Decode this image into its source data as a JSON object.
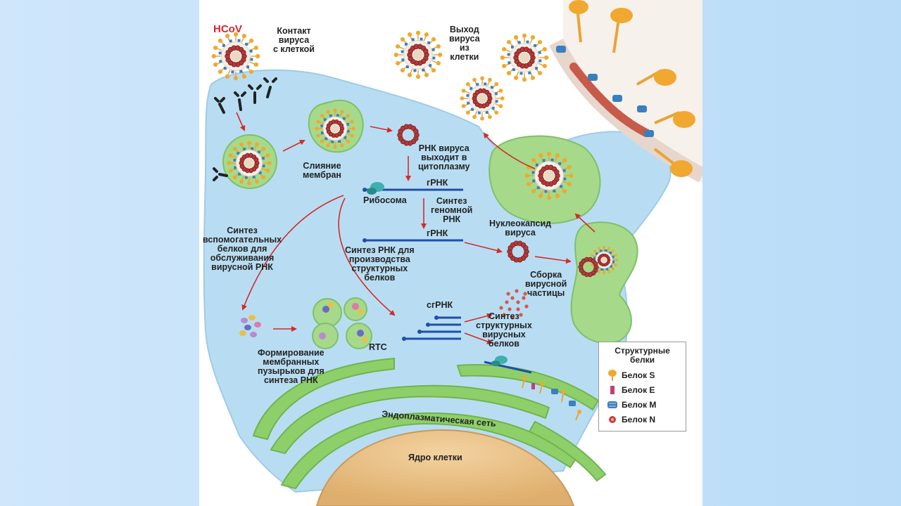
{
  "labels": {
    "hcov": "HCoV",
    "contact": "Контакт\nвируса\nс клеткой",
    "exit": "Выход\nвируса\nиз\nклетки",
    "fusion": "Слияние\nмембран",
    "rna_out": "РНК вируса\nвыходит в\nцитоплазму",
    "grna_1": "гРНК",
    "ribosome": "Рибосома",
    "genomic_synthesis": "Синтез\nгеномной\nРНК",
    "grna_2": "гРНК",
    "nucleocapsid": "Нуклеокапсид\nвируса",
    "aux_synthesis": "Синтез\nвспомогательных\nбелков для\nобслуживания\nвирусной РНК",
    "rna_structural": "Синтез РНК для\nпроизводства\nструктурных\nбелков",
    "assembly": "Сборка\nвирусной\nчастицы",
    "sgrna": "сгРНК",
    "struct_synthesis": "Синтез\nструктурных\nвирусных\nбелков",
    "vesicles": "Формирование\nмембранных\nпузырьков для\nсинтеза РНК",
    "rtc": "RTC",
    "er": "Эндоплазматическая сеть",
    "nucleus": "Ядро клетки"
  },
  "legend": {
    "title": "Структурные\nбелки",
    "items": [
      {
        "label": "Белок S",
        "icon": "spike-protein-icon",
        "color": "#f0a830"
      },
      {
        "label": "Белок E",
        "icon": "envelope-protein-icon",
        "color": "#c0407a"
      },
      {
        "label": "Белок M",
        "icon": "membrane-protein-icon",
        "color": "#3a7fc0"
      },
      {
        "label": "Белок N",
        "icon": "nucleocapsid-protein-icon",
        "color": "#c8403a"
      }
    ]
  },
  "colors": {
    "cell": "#b8ddf2",
    "vesicle": "#a6d98a",
    "er": "#8fcf6a",
    "nucleus": "#e8c08a",
    "arrow": "#d32a2a",
    "rna": "#1f4fa8",
    "hcov_text": "#d8232a"
  }
}
